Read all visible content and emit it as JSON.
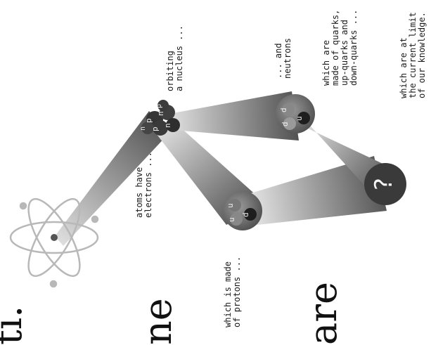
{
  "captions": {
    "atoms": [
      "atoms have",
      "electrons ..."
    ],
    "orbiting": [
      "orbiting",
      "a nucleus ..."
    ],
    "protons": [
      "which is made",
      "of protons ..."
    ],
    "neutrons": [
      "... and",
      "neutrons"
    ],
    "quarks": [
      "which are",
      "made of quarks,",
      "up-quarks and",
      "down-quarks ..."
    ],
    "limit": [
      "which are at",
      "the current limit",
      "of our knowledge."
    ]
  },
  "particles": {
    "nucleus": [
      "p",
      "n",
      "p",
      "n",
      "n",
      "p"
    ],
    "proton": [
      "u",
      "u",
      "d"
    ],
    "neutron": [
      "d",
      "d",
      "u"
    ],
    "unknown": "?"
  },
  "partial_text": [
    "ti.",
    "ne",
    "are"
  ],
  "colors": {
    "cone_dark": "#555555",
    "cone_light": "#e8e8e8",
    "atom_lines": "#b8b8b8",
    "particle_dark": "#303030",
    "particle_mid": "#777777",
    "question_bg": "#3a3a3a"
  }
}
